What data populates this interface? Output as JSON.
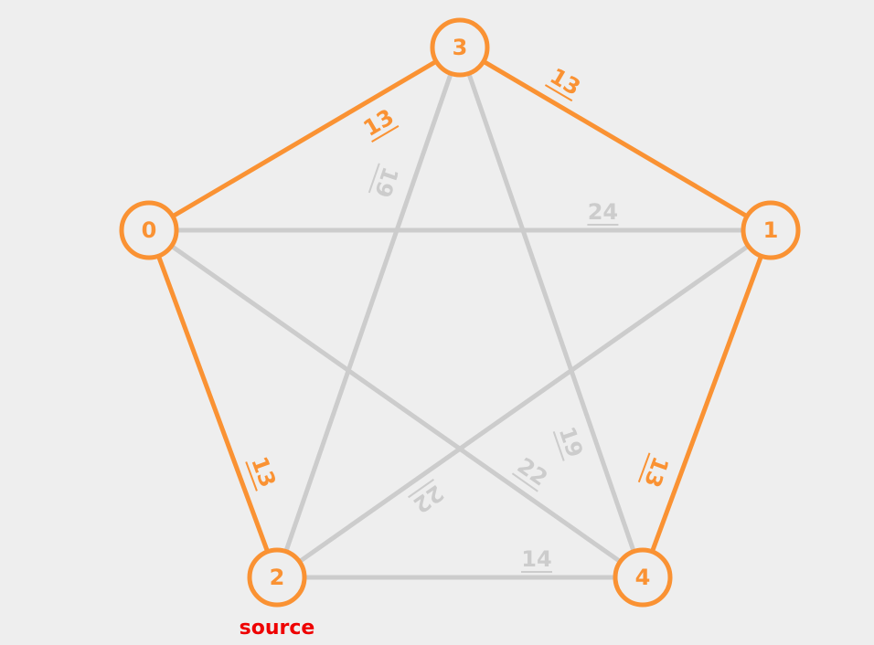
{
  "colors": {
    "background": "#eeeeee",
    "highlight": "#fa9233",
    "inactive": "#cccccc",
    "node_fill": "#eeeeee",
    "source_label": "#ee0000"
  },
  "graph": {
    "source_caption": "source",
    "source_node": "2",
    "nodes": [
      {
        "id": "0",
        "label": "0"
      },
      {
        "id": "1",
        "label": "1"
      },
      {
        "id": "2",
        "label": "2"
      },
      {
        "id": "3",
        "label": "3"
      },
      {
        "id": "4",
        "label": "4"
      }
    ],
    "edges": [
      {
        "from": "0",
        "to": "3",
        "weight": "13",
        "highlighted": true
      },
      {
        "from": "3",
        "to": "1",
        "weight": "13",
        "highlighted": true
      },
      {
        "from": "0",
        "to": "2",
        "weight": "13",
        "highlighted": true
      },
      {
        "from": "1",
        "to": "4",
        "weight": "13",
        "highlighted": true
      },
      {
        "from": "0",
        "to": "1",
        "weight": "24",
        "highlighted": false
      },
      {
        "from": "3",
        "to": "2",
        "weight": "19",
        "highlighted": false
      },
      {
        "from": "3",
        "to": "4",
        "weight": "19",
        "highlighted": false
      },
      {
        "from": "0",
        "to": "4",
        "weight": "22",
        "highlighted": false
      },
      {
        "from": "1",
        "to": "2",
        "weight": "22",
        "highlighted": false
      },
      {
        "from": "2",
        "to": "4",
        "weight": "14",
        "highlighted": false
      }
    ]
  }
}
